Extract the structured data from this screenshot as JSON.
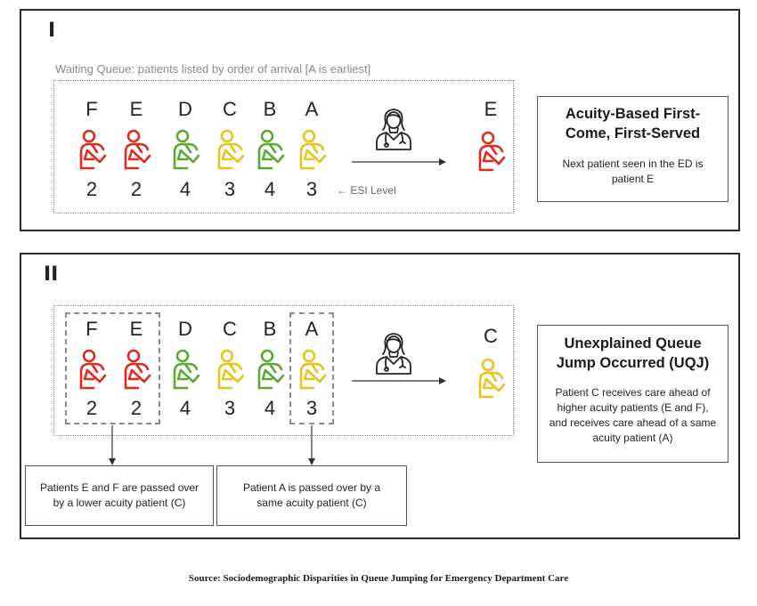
{
  "colors": {
    "red": "#e02a1f",
    "green": "#5aa832",
    "yellow": "#e8c21e",
    "border": "#2b2b2b",
    "dotted": "#8a8a8a"
  },
  "panel1": {
    "label": "I",
    "queue_caption": "Waiting Queue: patients listed by order of arrival [A is earliest]",
    "patients": [
      {
        "letter": "F",
        "esi": "2",
        "color": "red"
      },
      {
        "letter": "E",
        "esi": "2",
        "color": "red"
      },
      {
        "letter": "D",
        "esi": "4",
        "color": "green"
      },
      {
        "letter": "C",
        "esi": "3",
        "color": "yellow"
      },
      {
        "letter": "B",
        "esi": "4",
        "color": "green"
      },
      {
        "letter": "A",
        "esi": "3",
        "color": "yellow"
      }
    ],
    "esi_caption": "← ESI Level",
    "doctor_icon": "doctor-icon",
    "selected": {
      "letter": "E",
      "color": "red"
    },
    "info_title": "Acuity-Based First-Come, First-Served",
    "info_body": "Next patient seen in the ED is patient E"
  },
  "panel2": {
    "label": "II",
    "patients": [
      {
        "letter": "F",
        "esi": "2",
        "color": "red"
      },
      {
        "letter": "E",
        "esi": "2",
        "color": "red"
      },
      {
        "letter": "D",
        "esi": "4",
        "color": "green"
      },
      {
        "letter": "C",
        "esi": "3",
        "color": "yellow"
      },
      {
        "letter": "B",
        "esi": "4",
        "color": "green"
      },
      {
        "letter": "A",
        "esi": "3",
        "color": "yellow"
      }
    ],
    "doctor_icon": "doctor-icon",
    "selected": {
      "letter": "C",
      "color": "yellow"
    },
    "info_title": "Unexplained Queue Jump Occurred (UQJ)",
    "info_body": "Patient C receives care ahead of higher acuity patients (E and F), and receives care ahead of a same acuity patient (A)",
    "callout_ef": "Patients E and F are passed over by a lower acuity patient (C)",
    "callout_a": "Patient A is passed over by a same acuity patient (C)"
  },
  "source": "Source: Sociodemographic Disparities in Queue Jumping for Emergency Department Care"
}
